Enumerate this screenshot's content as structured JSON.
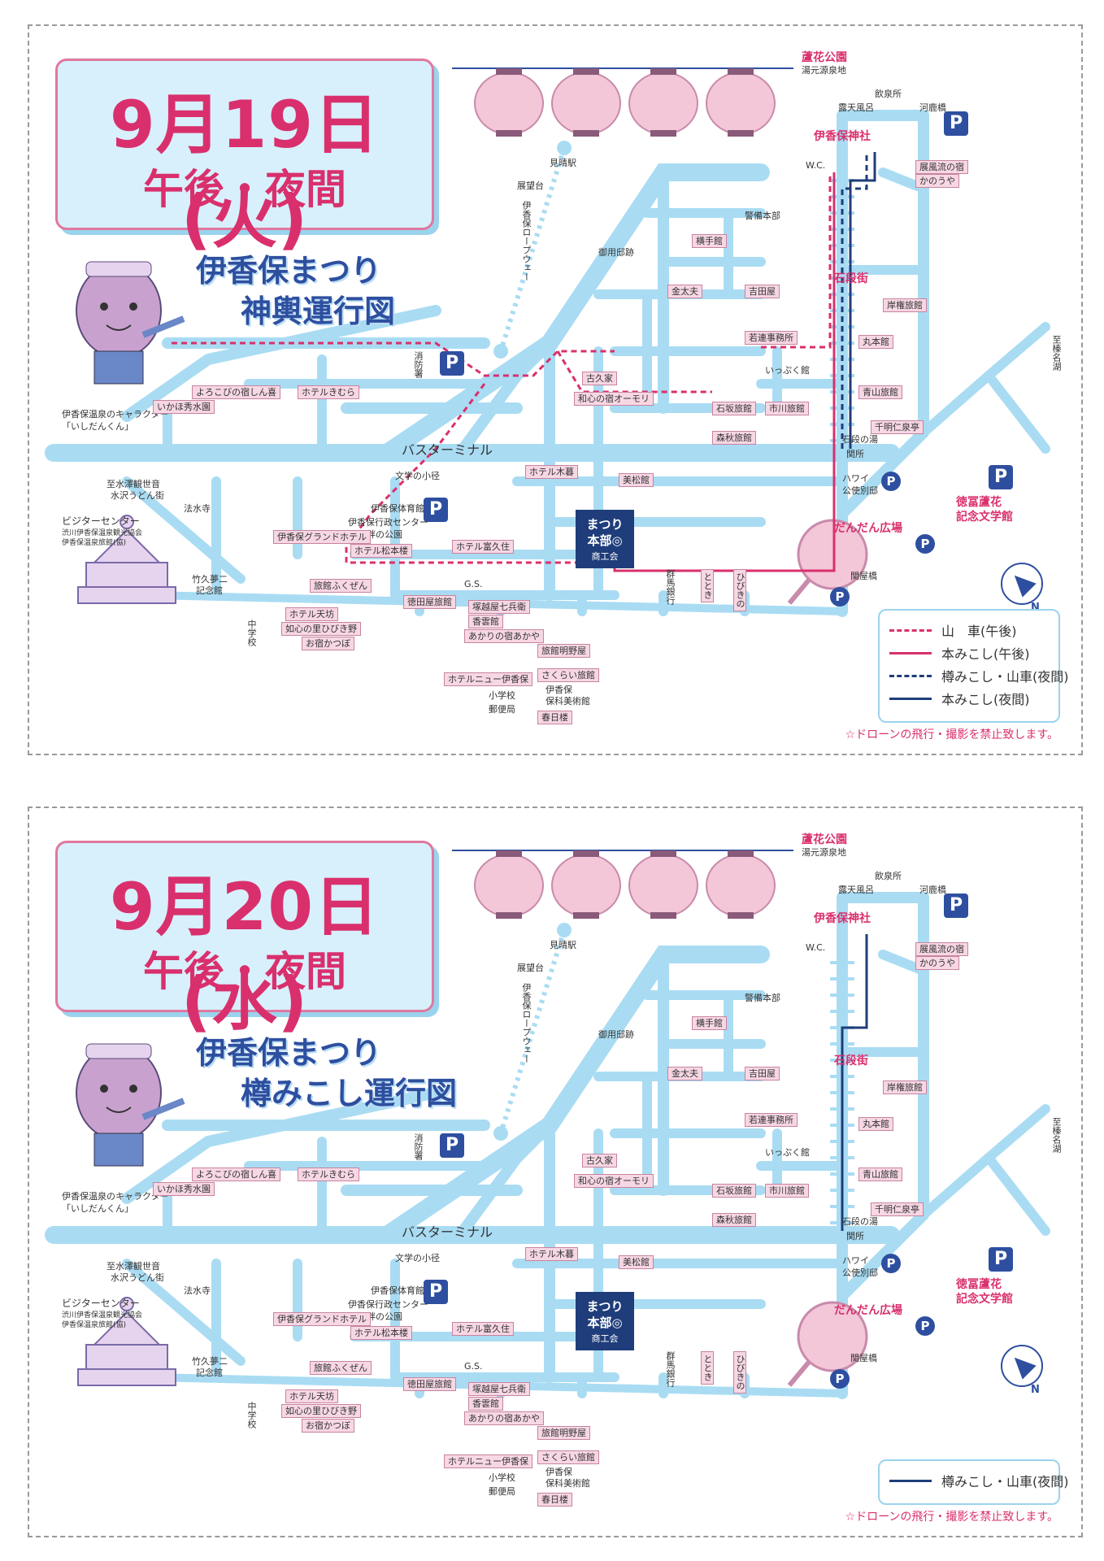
{
  "panels": [
    {
      "date": "9月19日(火)",
      "period": "午後・夜間",
      "title_line1": "伊香保まつり",
      "title_line2": "神輿運行図",
      "legend": [
        {
          "label": "山　車",
          "note": "(午後)",
          "color": "#d9306d",
          "style": "dashed"
        },
        {
          "label": "本みこし",
          "note": "(午後)",
          "color": "#d9306d",
          "style": "solid"
        },
        {
          "label": "樽みこし・山車",
          "note": "(夜間)",
          "color": "#1f3d7a",
          "style": "dashed"
        },
        {
          "label": "本みこし",
          "note": "(夜間)",
          "color": "#1f3d7a",
          "style": "solid"
        }
      ]
    },
    {
      "date": "9月20日(水)",
      "period": "午後・夜間",
      "title_line1": "伊香保まつり",
      "title_line2": "樽みこし運行図",
      "legend": [
        {
          "label": "樽みこし・山車",
          "note": "(夜間)",
          "color": "#1f3d7a",
          "style": "solid"
        }
      ]
    }
  ],
  "map": {
    "character_caption_1": "伊香保温泉のキャラクター",
    "character_caption_2": "「いしだんくん」",
    "hq_line1": "まつり",
    "hq_line2": "本部◎",
    "hq_line3": "商工会",
    "places": {
      "rokaen": "蘆花公園",
      "yumoto": "湯元源泉地",
      "roten": "露天風呂",
      "inryo": "飲泉所",
      "kajikabashi": "河鹿橋",
      "wc": "W.C.",
      "shrine": "伊香保神社",
      "tenbou_cafe": "展風流の宿",
      "kanouya": "かのうや",
      "mieharashi": "見晴駅",
      "tenbodai": "展望台",
      "ropeway": "伊香保ロープウェー",
      "keibi": "警備本部",
      "goyou": "御用邸跡",
      "yokote": "横手館",
      "kintayu": "金太夫",
      "yoshidaya": "吉田屋",
      "ishidan": "石段街",
      "kishigon": "岸権旅館",
      "wakaren": "若連事務所",
      "marumoto": "丸本館",
      "kokuya": "古久家",
      "wagokoro": "和心の宿オーモリ",
      "ippuku": "いっぷく館",
      "aoyama": "青山旅館",
      "sengen": "千明仁泉亭",
      "ishizaka": "石坂旅館",
      "ichikawa": "市川旅館",
      "ishidan_yu": "石段の湯",
      "sekisho": "関所",
      "morihide": "森秋旅館",
      "shoboshou": "消防署",
      "yorokobi": "よろこびの宿しん喜",
      "kimura": "ホテルきむら",
      "ikaho_shusui": "いかほ秀水園",
      "bus_terminal": "バスターミナル",
      "bungaku_komichi": "文学の小径",
      "hotel_kogure": "ホテル木暮",
      "misho": "美松館",
      "hawaii": "ハワイ",
      "koen_bessho": "公使別邸",
      "tokutomi": "徳冨蘆花",
      "tokutomi2": "記念文学館",
      "dandan": "だんだん広場",
      "kanbashi": "関屋橋",
      "taiikukan": "伊香保体育館",
      "kouryu": "伊香保行政センター",
      "kizuna": "絆の公園",
      "grand": "伊香保グランドホテル",
      "matsumoto": "ホテル松本楼",
      "tomikyu": "ホテル富久住",
      "fukuzen": "旅館ふくぜん",
      "gs": "G.S.",
      "tokudaya": "徳田屋旅館",
      "tsukagoshi": "塚越屋七兵衛",
      "kaun": "香雲館",
      "akari": "あかりの宿あかや",
      "meiya": "旅館明野屋",
      "tenpo": "ホテル天坊",
      "jouhon": "如心の里ひびき野",
      "kazetsu": "お宿かつぼ",
      "newikaho": "ホテルニュー伊香保",
      "sakurai": "さくらい旅館",
      "hoka": "伊香保",
      "hoka2": "保科美術館",
      "shougakkou": "小学校",
      "yubinkyoku": "郵便局",
      "harunahi": "春日楼",
      "takehisa": "竹久夢二",
      "takehisa2": "記念館",
      "chuugakkou": "中学校",
      "visitor": "ビジターセンター",
      "shibukawa": "渋川伊香保温泉観光協会",
      "ikaho_ryokan": "伊香保温泉旅館(協)",
      "mizusawa": "至水澤観世音",
      "mizusawa2": "水沢うどん街",
      "housuiji": "法水寺",
      "haruna": "至榛名湖",
      "gunma": "群馬銀行",
      "totoki": "ととき",
      "ikaho_kanko": "ひびきの"
    },
    "drone_notice": "☆ドローンの飛行・撮影を禁止致します。"
  }
}
